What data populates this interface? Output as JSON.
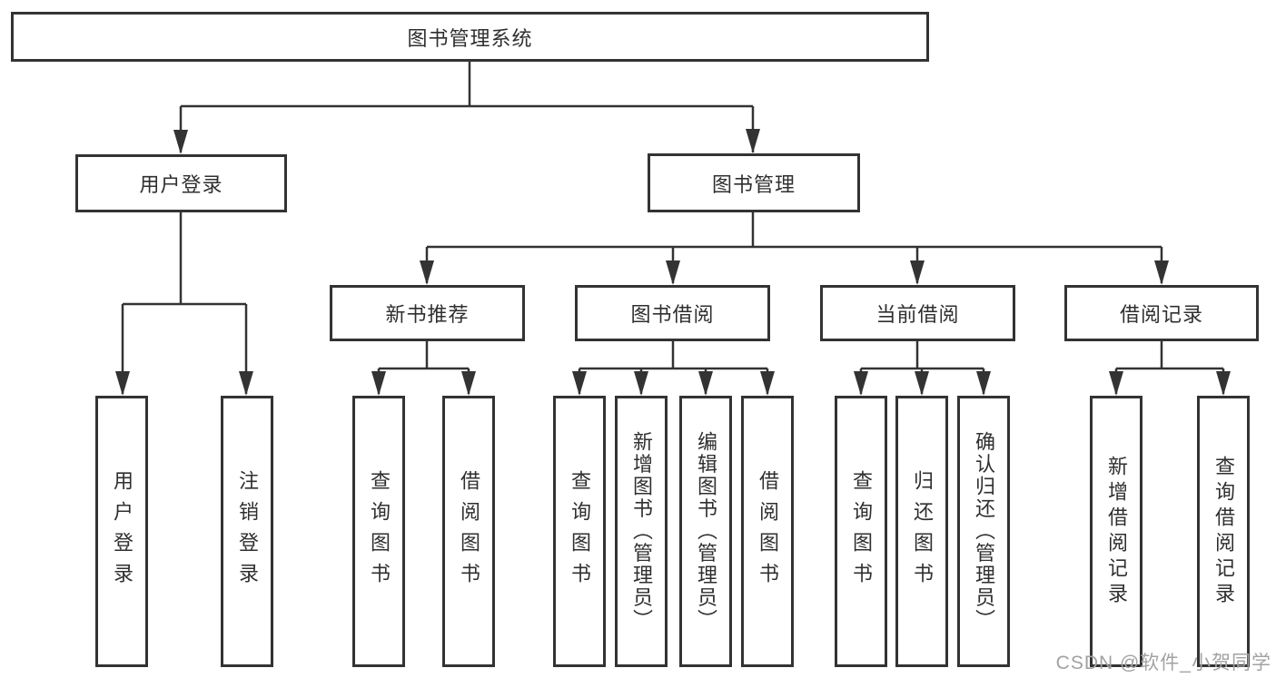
{
  "colors": {
    "line": "#333333",
    "box_border": "#333333",
    "text": "#2f2f2f",
    "watermark": "#a2a2a4",
    "background": "#ffffff"
  },
  "diagram": {
    "root": {
      "label": "图书管理系统"
    },
    "level2": [
      {
        "id": "user-login",
        "label": "用户登录"
      },
      {
        "id": "book-management",
        "label": "图书管理"
      }
    ],
    "level3": [
      {
        "id": "new-book-recommend",
        "label": "新书推荐",
        "parent": "图书管理"
      },
      {
        "id": "book-borrowing",
        "label": "图书借阅",
        "parent": "图书管理"
      },
      {
        "id": "current-borrowing",
        "label": "当前借阅",
        "parent": "图书管理"
      },
      {
        "id": "borrowing-records",
        "label": "借阅记录",
        "parent": "图书管理"
      }
    ],
    "leaves": [
      {
        "parent": "用户登录",
        "label": "用户登录"
      },
      {
        "parent": "用户登录",
        "label": "注销登录"
      },
      {
        "parent": "新书推荐",
        "label": "查询图书"
      },
      {
        "parent": "新书推荐",
        "label": "借阅图书"
      },
      {
        "parent": "图书借阅",
        "label": "查询图书"
      },
      {
        "parent": "图书借阅",
        "label": "新增图书（管理员）"
      },
      {
        "parent": "图书借阅",
        "label": "编辑图书（管理员）"
      },
      {
        "parent": "图书借阅",
        "label": "借阅图书"
      },
      {
        "parent": "当前借阅",
        "label": "查询图书"
      },
      {
        "parent": "当前借阅",
        "label": "归还图书"
      },
      {
        "parent": "当前借阅",
        "label": "确认归还（管理员）"
      },
      {
        "parent": "借阅记录",
        "label": "新增借阅记录"
      },
      {
        "parent": "借阅记录",
        "label": "查询借阅记录"
      }
    ]
  },
  "watermark": {
    "text": "CSDN @软件_小贺同学"
  }
}
